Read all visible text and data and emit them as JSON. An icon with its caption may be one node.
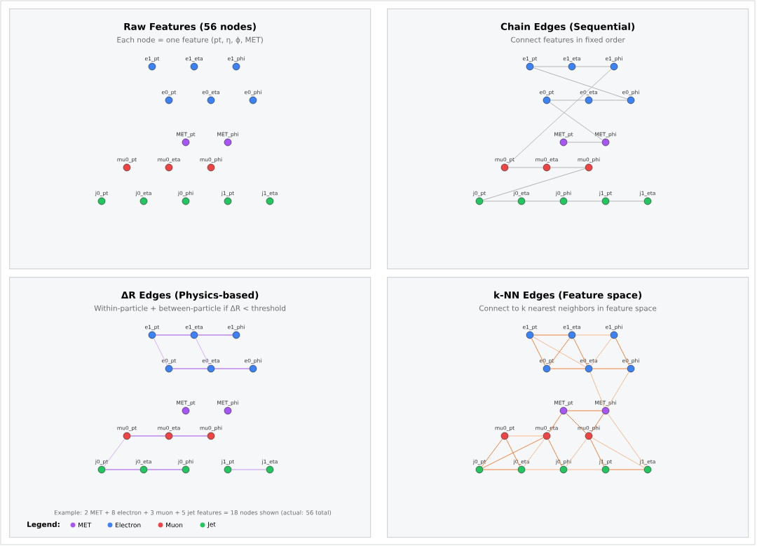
{
  "diagram": {
    "nodes": [
      {
        "text": [
          "Raw Features (56 nodes)",
          "Each node = one feature (pt, η, ϕ, MET)"
        ]
      },
      {
        "text": [
          "e1_pt"
        ],
        "in": 0
      },
      {
        "text": [
          "e1_eta"
        ],
        "in": 0
      },
      {
        "text": [
          "e1_phi"
        ],
        "in": 0
      },
      {
        "text": [
          "e0_pt"
        ],
        "in": 0
      },
      {
        "text": [
          "e0_eta"
        ],
        "in": 0
      },
      {
        "text": [
          "e0_phi"
        ],
        "in": 0
      },
      {
        "text": [
          "MET_pt"
        ],
        "in": 0
      },
      {
        "text": [
          "MET_phi"
        ],
        "in": 0
      },
      {
        "text": [
          "mu0_pt"
        ],
        "in": 0
      },
      {
        "text": [
          "mu0_eta"
        ],
        "in": 0
      },
      {
        "text": [
          "mu0_phi"
        ],
        "in": 0
      },
      {
        "text": [
          "j0_pt"
        ],
        "in": 0
      },
      {
        "text": [
          "j0_eta"
        ],
        "in": 0
      },
      {
        "text": [
          "j0_phi"
        ],
        "in": 0
      },
      {
        "text": [
          "j1_pt"
        ],
        "in": 0
      },
      {
        "text": [
          "j1_eta"
        ],
        "in": 0
      },
      {
        "text": [
          "Chain Edges (Sequential)",
          "Connect features in fixed order"
        ]
      },
      {
        "text": [
          "e1_pt"
        ],
        "in": 17
      },
      {
        "text": [
          "e1_eta"
        ],
        "in": 17
      },
      {
        "text": [
          "e1_phi"
        ],
        "in": 17
      },
      {
        "text": [
          "e0_pt"
        ],
        "in": 17
      },
      {
        "text": [
          "e0_eta"
        ],
        "in": 17
      },
      {
        "text": [
          "e0_phi"
        ],
        "in": 17
      },
      {
        "text": [
          "MET_pt"
        ],
        "in": 17
      },
      {
        "text": [
          "MET_phi"
        ],
        "in": 17
      },
      {
        "text": [
          "mu0_pt"
        ],
        "in": 17
      },
      {
        "text": [
          "mu0_eta"
        ],
        "in": 17
      },
      {
        "text": [
          "mu0_phi"
        ],
        "in": 17
      },
      {
        "text": [
          "j0_pt"
        ],
        "in": 17
      },
      {
        "text": [
          "j0_eta"
        ],
        "in": 17
      },
      {
        "text": [
          "j0_phi"
        ],
        "in": 17
      },
      {
        "text": [
          "j1_pt"
        ],
        "in": 17
      },
      {
        "text": [
          "j1_eta"
        ],
        "in": 17
      },
      {
        "text": [
          "ΔR Edges (Physics-based)",
          "Within-particle + between-particle if ΔR < threshold"
        ]
      },
      {
        "text": [
          "e1_pt"
        ],
        "in": 34
      },
      {
        "text": [
          "e1_eta"
        ],
        "in": 34
      },
      {
        "text": [
          "e1_phi"
        ],
        "in": 34
      },
      {
        "text": [
          "e0_pt"
        ],
        "in": 34
      },
      {
        "text": [
          "e0_eta"
        ],
        "in": 34
      },
      {
        "text": [
          "e0_phi"
        ],
        "in": 34
      },
      {
        "text": [
          "MET_pt"
        ],
        "in": 34
      },
      {
        "text": [
          "MET_phi"
        ],
        "in": 34
      },
      {
        "text": [
          "mu0_pt"
        ],
        "in": 34
      },
      {
        "text": [
          "mu0_eta"
        ],
        "in": 34
      },
      {
        "text": [
          "mu0_phi"
        ],
        "in": 34
      },
      {
        "text": [
          "j0_pt"
        ],
        "in": 34
      },
      {
        "text": [
          "j0_eta"
        ],
        "in": 34
      },
      {
        "text": [
          "j0_phi"
        ],
        "in": 34
      },
      {
        "text": [
          "j1_pt"
        ],
        "in": 34
      },
      {
        "text": [
          "j1_eta"
        ],
        "in": 34
      },
      {
        "text": [
          "k-NN Edges (Feature space)",
          "Connect to k nearest neighbors in feature space"
        ]
      },
      {
        "text": [
          "e1_pt"
        ],
        "in": 51
      },
      {
        "text": [
          "e1_eta"
        ],
        "in": 51
      },
      {
        "text": [
          "e1_phi"
        ],
        "in": 51
      },
      {
        "text": [
          "e0_pt"
        ],
        "in": 51
      },
      {
        "text": [
          "e0_eta"
        ],
        "in": 51
      },
      {
        "text": [
          "e0_phi"
        ],
        "in": 51
      },
      {
        "text": [
          "MET_pt"
        ],
        "in": 51
      },
      {
        "text": [
          "MET_phi"
        ],
        "in": 51
      },
      {
        "text": [
          "mu0_pt"
        ],
        "in": 51
      },
      {
        "text": [
          "mu0_eta"
        ],
        "in": 51
      },
      {
        "text": [
          "mu0_phi"
        ],
        "in": 51
      },
      {
        "text": [
          "j0_pt"
        ],
        "in": 51
      },
      {
        "text": [
          "j0_eta"
        ],
        "in": 51
      },
      {
        "text": [
          "j0_phi"
        ],
        "in": 51
      },
      {
        "text": [
          "j1_pt"
        ],
        "in": 51
      },
      {
        "text": [
          "j1_eta"
        ],
        "in": 51
      }
    ],
    "edges": [
      {
        "from": 18,
        "to": 19,
        "arrow": "none",
        "color": "#b4b4b4"
      },
      {
        "from": 19,
        "to": 20,
        "arrow": "none",
        "color": "#b4b4b4"
      },
      {
        "from": 20,
        "to": 26,
        "arrow": "none",
        "color": "#b4b4b4"
      },
      {
        "from": 18,
        "to": 23,
        "arrow": "none",
        "color": "#b4b4b4"
      },
      {
        "from": 21,
        "to": 22,
        "arrow": "none",
        "color": "#b4b4b4"
      },
      {
        "from": 22,
        "to": 23,
        "arrow": "none",
        "color": "#b4b4b4"
      },
      {
        "from": 21,
        "to": 25,
        "arrow": "none",
        "color": "#b4b4b4"
      },
      {
        "from": 24,
        "to": 25,
        "arrow": "none",
        "color": "#b4b4b4"
      },
      {
        "from": 26,
        "to": 27,
        "arrow": "none",
        "color": "#b4b4b4"
      },
      {
        "from": 27,
        "to": 28,
        "arrow": "none",
        "color": "#b4b4b4"
      },
      {
        "from": 28,
        "to": 29,
        "arrow": "none",
        "color": "#b4b4b4"
      },
      {
        "from": 29,
        "to": 30,
        "arrow": "none",
        "color": "#b4b4b4"
      },
      {
        "from": 30,
        "to": 31,
        "arrow": "none",
        "color": "#b4b4b4"
      },
      {
        "from": 31,
        "to": 32,
        "arrow": "none",
        "color": "#b4b4b4"
      },
      {
        "from": 32,
        "to": 33,
        "arrow": "none",
        "color": "#b4b4b4"
      },
      {
        "from": 35,
        "to": 36,
        "arrow": "none",
        "color": "#a24ee8"
      },
      {
        "from": 36,
        "to": 37,
        "arrow": "none",
        "color": "#a24ee8"
      },
      {
        "from": 38,
        "to": 39,
        "arrow": "none",
        "color": "#a24ee8"
      },
      {
        "from": 39,
        "to": 40,
        "arrow": "none",
        "color": "#a24ee8"
      },
      {
        "from": 35,
        "to": 38,
        "arrow": "none",
        "color": "#d4b0f7"
      },
      {
        "from": 36,
        "to": 39,
        "arrow": "none",
        "color": "#d4b0f7"
      },
      {
        "from": 43,
        "to": 44,
        "arrow": "none",
        "color": "#a24ee8"
      },
      {
        "from": 44,
        "to": 45,
        "arrow": "none",
        "color": "#a24ee8"
      },
      {
        "from": 43,
        "to": 46,
        "arrow": "none",
        "color": "#d4b0f7"
      },
      {
        "from": 46,
        "to": 47,
        "arrow": "none",
        "color": "#a24ee8"
      },
      {
        "from": 47,
        "to": 48,
        "arrow": "none",
        "color": "#a24ee8"
      },
      {
        "from": 49,
        "to": 50,
        "arrow": "none",
        "color": "#c59af2"
      },
      {
        "from": 52,
        "to": 53,
        "arrow": "none",
        "color": "#f0823c"
      },
      {
        "from": 53,
        "to": 54,
        "arrow": "none",
        "color": "#f9b88e"
      },
      {
        "from": 52,
        "to": 55,
        "arrow": "none",
        "color": "#f0823c"
      },
      {
        "from": 52,
        "to": 56,
        "arrow": "none",
        "color": "#f9b88e"
      },
      {
        "from": 53,
        "to": 55,
        "arrow": "none",
        "color": "#f0823c"
      },
      {
        "from": 53,
        "to": 56,
        "arrow": "none",
        "color": "#f0823c"
      },
      {
        "from": 54,
        "to": 56,
        "arrow": "none",
        "color": "#f9b88e"
      },
      {
        "from": 54,
        "to": 57,
        "arrow": "none",
        "color": "#f0823c"
      },
      {
        "from": 55,
        "to": 56,
        "arrow": "none",
        "color": "#f0823c"
      },
      {
        "from": 56,
        "to": 57,
        "arrow": "none",
        "color": "#f0823c"
      },
      {
        "from": 56,
        "to": 59,
        "arrow": "none",
        "color": "#f9b88e"
      },
      {
        "from": 57,
        "to": 59,
        "arrow": "none",
        "color": "#f9b88e"
      },
      {
        "from": 58,
        "to": 59,
        "arrow": "none",
        "color": "#f0823c"
      },
      {
        "from": 58,
        "to": 61,
        "arrow": "none",
        "color": "#f0823c"
      },
      {
        "from": 58,
        "to": 62,
        "arrow": "none",
        "color": "#f0823c"
      },
      {
        "from": 59,
        "to": 62,
        "arrow": "none",
        "color": "#f0823c"
      },
      {
        "from": 59,
        "to": 67,
        "arrow": "none",
        "color": "#f9b88e"
      },
      {
        "from": 60,
        "to": 61,
        "arrow": "none",
        "color": "#f9b88e"
      },
      {
        "from": 60,
        "to": 63,
        "arrow": "none",
        "color": "#f0823c"
      },
      {
        "from": 60,
        "to": 64,
        "arrow": "none",
        "color": "#f0823c"
      },
      {
        "from": 61,
        "to": 63,
        "arrow": "none",
        "color": "#f0823c"
      },
      {
        "from": 61,
        "to": 64,
        "arrow": "none",
        "color": "#f9b88e"
      },
      {
        "from": 61,
        "to": 65,
        "arrow": "none",
        "color": "#f0823c"
      },
      {
        "from": 62,
        "to": 65,
        "arrow": "none",
        "color": "#f9b88e"
      },
      {
        "from": 62,
        "to": 66,
        "arrow": "none",
        "color": "#f0823c"
      },
      {
        "from": 62,
        "to": 67,
        "arrow": "none",
        "color": "#f9b88e"
      },
      {
        "from": 63,
        "to": 64,
        "arrow": "none",
        "color": "#f0823c"
      },
      {
        "from": 64,
        "to": 65,
        "arrow": "none",
        "color": "#f9b88e"
      },
      {
        "from": 65,
        "to": 66,
        "arrow": "none",
        "color": "#f9b88e"
      },
      {
        "from": 66,
        "to": 67,
        "arrow": "none",
        "color": "#f0823c"
      }
    ],
    "labels": [
      "Example: 2 MET + 8 electron + 3 muon + 5 jet features = 18 nodes shown (actual: 56 total)",
      "Legend:"
    ],
    "legend": [
      {
        "text": "MET",
        "color": "#a855f7"
      },
      {
        "text": "Electron",
        "color": "#3b82f6"
      },
      {
        "text": "Muon",
        "color": "#ef4444"
      },
      {
        "text": "Jet",
        "color": "#22c55e"
      }
    ]
  }
}
